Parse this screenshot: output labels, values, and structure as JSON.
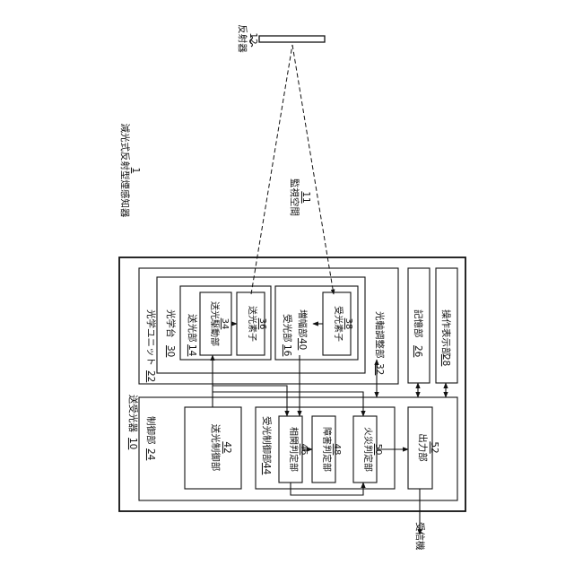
{
  "detector": {
    "name": "減光式反射型煙感知器",
    "num": "1"
  },
  "reflector": {
    "name": "反射器",
    "num": "12"
  },
  "space": {
    "name": "監視空間",
    "num": "11"
  },
  "transceiver": {
    "name": "送受光器",
    "num": "10"
  },
  "optical_unit": {
    "name": "光学ユニット",
    "num": "22"
  },
  "optical_bench": {
    "name": "光学台",
    "num": "30"
  },
  "emitter_section": {
    "name": "送光部",
    "num": "14"
  },
  "emitter_driver": {
    "name": "送光駆動部",
    "num": "34"
  },
  "emitter_element": {
    "name": "送光素子",
    "num": "36"
  },
  "receiver_section": {
    "name": "受光部",
    "num": "16"
  },
  "amplifier": {
    "name": "増幅部",
    "num": "40"
  },
  "receiver_element": {
    "name": "受光素子",
    "num": "38"
  },
  "axis_adjust": {
    "name": "光軸調整部",
    "num": "32"
  },
  "storage": {
    "name": "記憶部",
    "num": "26"
  },
  "operation_display": {
    "name": "操作表示部",
    "num": "28"
  },
  "controller": {
    "name": "制御部",
    "num": "24"
  },
  "emission_control": {
    "name": "送光制御部",
    "num": "42"
  },
  "reception_control": {
    "name": "受光制御部",
    "num": "44"
  },
  "correlation": {
    "name": "相関判定部",
    "num": "46"
  },
  "fault": {
    "name": "障害判定部",
    "num": "48"
  },
  "fire": {
    "name": "火災判定部",
    "num": "50"
  },
  "output": {
    "name": "出力部",
    "num": "52"
  },
  "receiver_unit": {
    "name": "受信機"
  }
}
